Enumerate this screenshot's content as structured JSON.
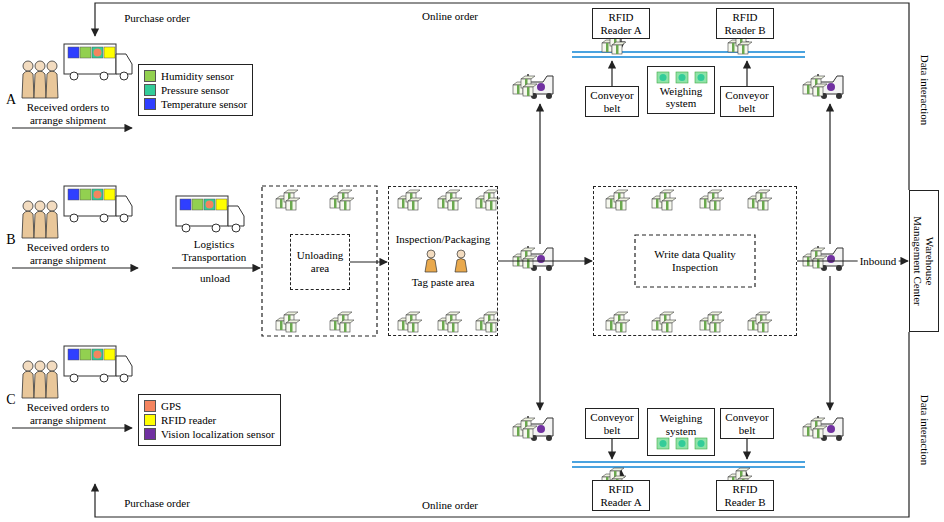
{
  "diagram": {
    "nodes": [
      {
        "text": [
          "RFID Reader A"
        ]
      },
      {
        "text": [
          "RFID Reader B"
        ]
      },
      {
        "text": [
          "Conveyor belt"
        ]
      },
      {
        "text": [
          "Weighing system"
        ]
      },
      {
        "text": [
          "Conveyor belt"
        ]
      },
      {
        "text": [
          "Unloading area"
        ]
      },
      {
        "text": [
          "Inspection/Packaging",
          "Tag paste area"
        ]
      },
      {
        "text": [
          "Write data Quality Inspection"
        ]
      },
      {
        "text": [
          "Warehouse Management Center"
        ]
      },
      {
        "text": [
          "Conveyor belt"
        ]
      },
      {
        "text": [
          "Weighing system"
        ]
      },
      {
        "text": [
          "Conveyor belt"
        ]
      },
      {
        "text": [
          "RFID Reader A"
        ]
      },
      {
        "text": [
          "RFID Reader B"
        ]
      }
    ],
    "edges": [
      {
        "from": 5,
        "to": 6,
        "arrow": "to"
      },
      {
        "from": 6,
        "to": 7,
        "arrow": "to"
      },
      {
        "from": 7,
        "to": 8,
        "label": "Inbound",
        "arrow": "to"
      }
    ],
    "labels": [
      "Purchase order",
      "Online order",
      "Purchase order",
      "Online order",
      "A",
      "B",
      "C",
      "Received orders to arrange shipment",
      "Received orders to arrange shipment",
      "Received orders to arrange shipment",
      "Logistics Transportation",
      "unload",
      "Data interaction",
      "Data interaction"
    ],
    "legend": [
      {
        "text": "Humidity sensor",
        "color": "#92d050"
      },
      {
        "text": "Pressure sensor",
        "color": "#33cc99"
      },
      {
        "text": "Temperature sensor",
        "color": "#2f3fff"
      },
      {
        "text": "GPS",
        "color": "#f4845f"
      },
      {
        "text": "RFID reader",
        "color": "#ffff00"
      },
      {
        "text": "Vision localization sensor",
        "color": "#7030a0"
      }
    ]
  }
}
